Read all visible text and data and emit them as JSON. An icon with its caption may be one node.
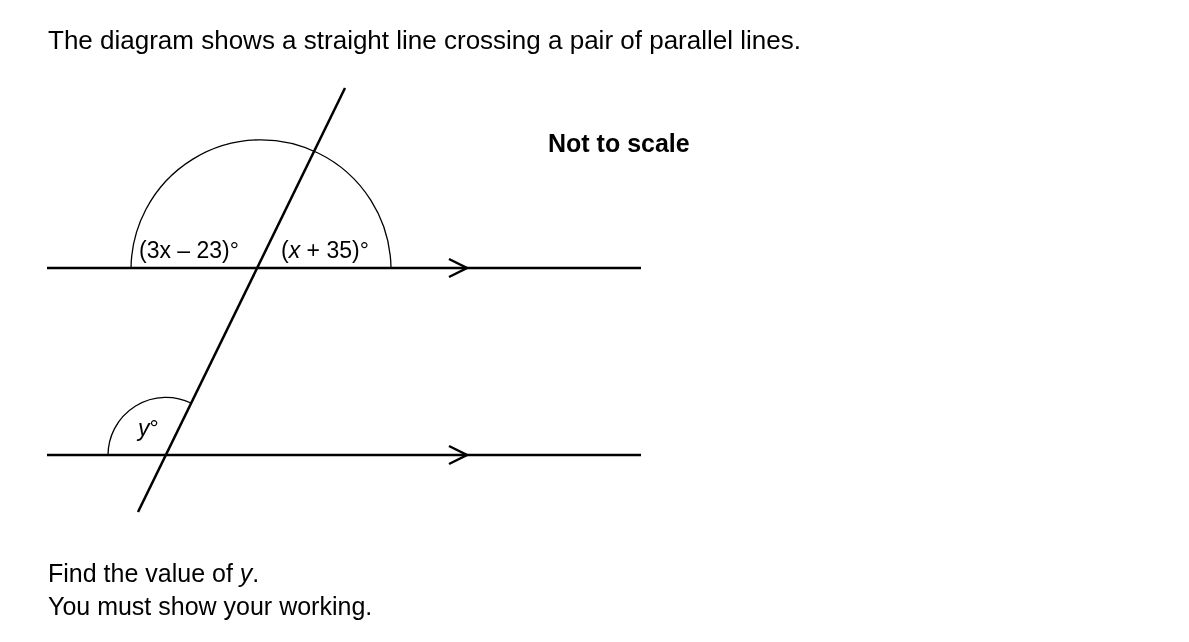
{
  "diagram": {
    "title": "The diagram shows a straight line crossing a pair of parallel lines.",
    "labels": [
      "Not to scale",
      "(3x – 23)°",
      "(*x* + 35)°",
      "*y*°",
      "Find the value of *y*.",
      "You must show your working."
    ]
  }
}
